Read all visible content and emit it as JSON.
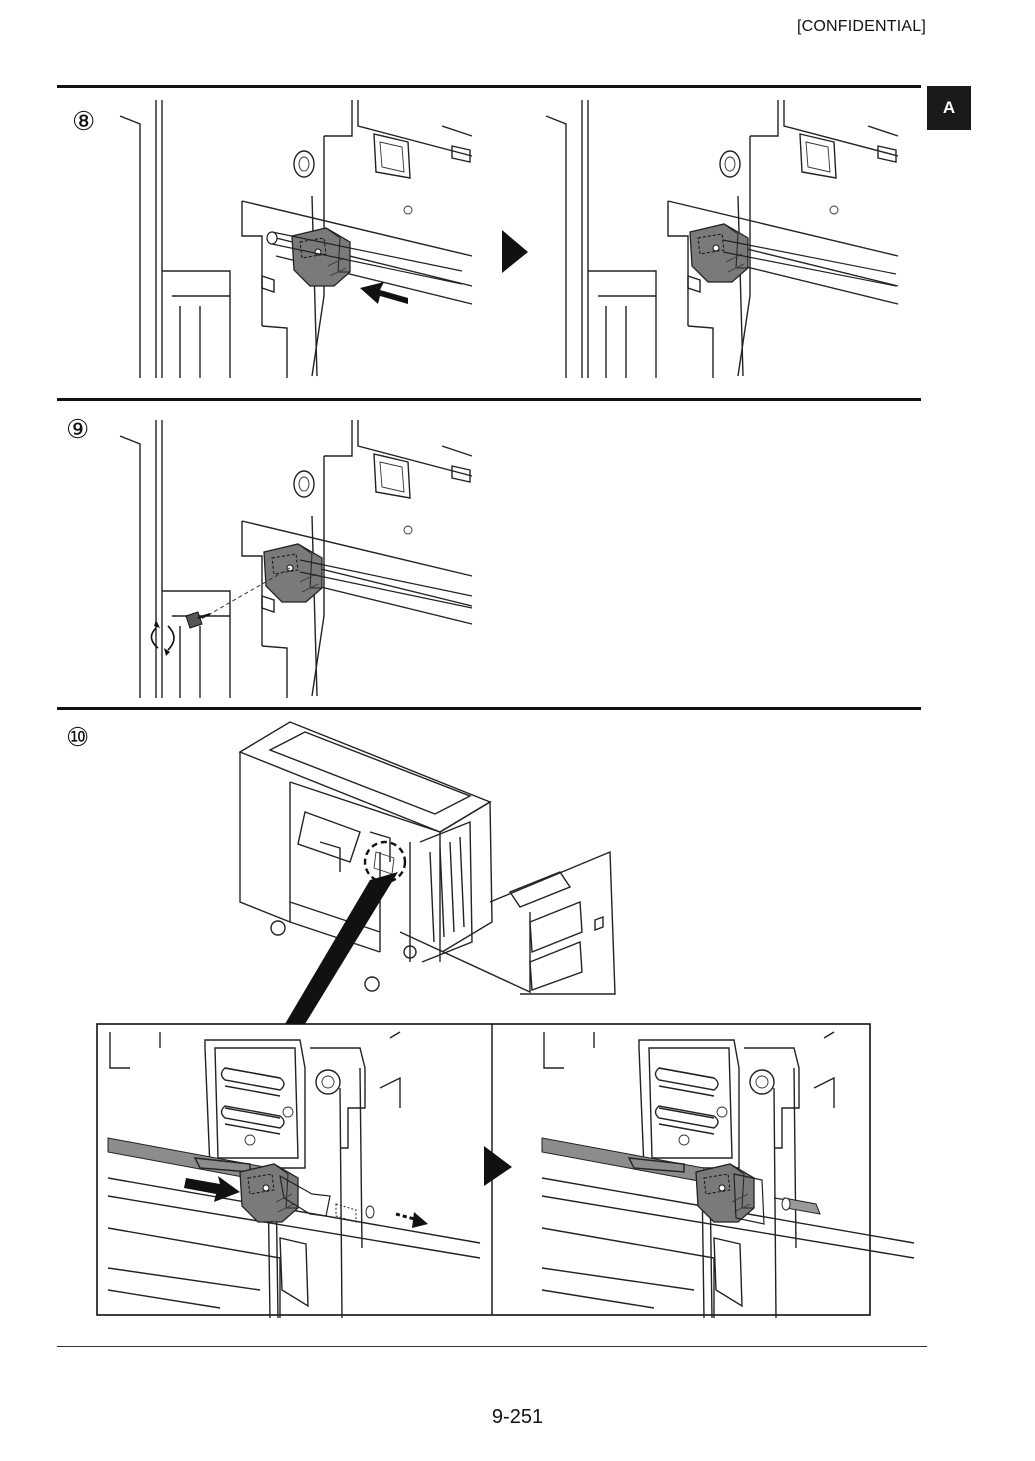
{
  "header": {
    "confidential": "[CONFIDENTIAL]",
    "tab_label": "A"
  },
  "steps": [
    {
      "number": "⑧"
    },
    {
      "number": "⑨"
    },
    {
      "number": "⑩"
    }
  ],
  "footer": {
    "page_number": "9-251"
  },
  "colors": {
    "bracket": "#7a7a7a",
    "rule": "#111111",
    "tab_bg": "#1a1a1a"
  }
}
